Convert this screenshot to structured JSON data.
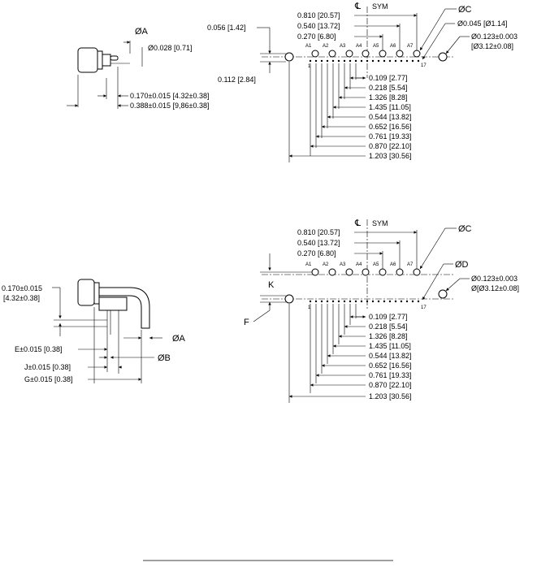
{
  "top_side": {
    "dia_a": "ØA",
    "pin_dia": "Ø0.028 [0.71]",
    "dim_170": "0.170±0.015 [4.32±0.38]",
    "dim_388": "0.388±0.015 [9,86±0.38]"
  },
  "top_front": {
    "dim_056": "0.056 [1.42]",
    "dim_112": "0.112 [2.84]",
    "dim_810": "0.810 [20.57]",
    "dim_540": "0.540 [13.72]",
    "dim_270": "0.270 [6.80]",
    "sym": "SYM",
    "dia_c": "ØC",
    "dia_045": "Ø0.045 [Ø1.14]",
    "mount_1": "Ø0.123±0.003",
    "mount_2": "[Ø3.12±0.08]",
    "stack": [
      "0.109 [2.77]",
      "0.218 [5.54]",
      "1.326 [8.28]",
      "1.435 [11.05]",
      "0.544 [13.82]",
      "0.652 [16.56]",
      "0.761 [19.33]",
      "0.870 [22.10]",
      "1.203 [30.56]"
    ],
    "pin_labels": [
      "A1",
      "A2",
      "A3",
      "A4",
      "A5",
      "A6",
      "A7"
    ],
    "pin_first": "1",
    "pin_last": "17"
  },
  "bottom_side": {
    "dim_170": "0.170±0.015",
    "dim_170_mm": "[4.32±0.38]",
    "dia_a": "ØA",
    "dia_b": "ØB",
    "dim_e": "E±0.015 [0.38]",
    "dim_j": "J±0.015 [0.38]",
    "dim_g": "G±0.015 [0.38]"
  },
  "bottom_front": {
    "dim_810": "0.810 [20.57]",
    "dim_540": "0.540 [13.72]",
    "dim_270": "0.270 [6.80]",
    "sym": "SYM",
    "dia_c": "ØC",
    "dia_d": "ØD",
    "mount_1": "Ø0.123±0.003",
    "mount_2": "Ø[Ø3.12±0.08]",
    "k": "K",
    "f": "F",
    "stack": [
      "0.109 [2.77]",
      "0.218 [5.54]",
      "1.326 [8.28]",
      "1.435 [11.05]",
      "0.544 [13.82]",
      "0.652 [16.56]",
      "0.761 [19.33]",
      "0.870 [22.10]",
      "1.203 [30.56]"
    ],
    "pin_labels": [
      "A1",
      "A2",
      "A3",
      "A4",
      "A5",
      "A6",
      "A7"
    ],
    "pin_first": "1",
    "pin_last": "17"
  }
}
